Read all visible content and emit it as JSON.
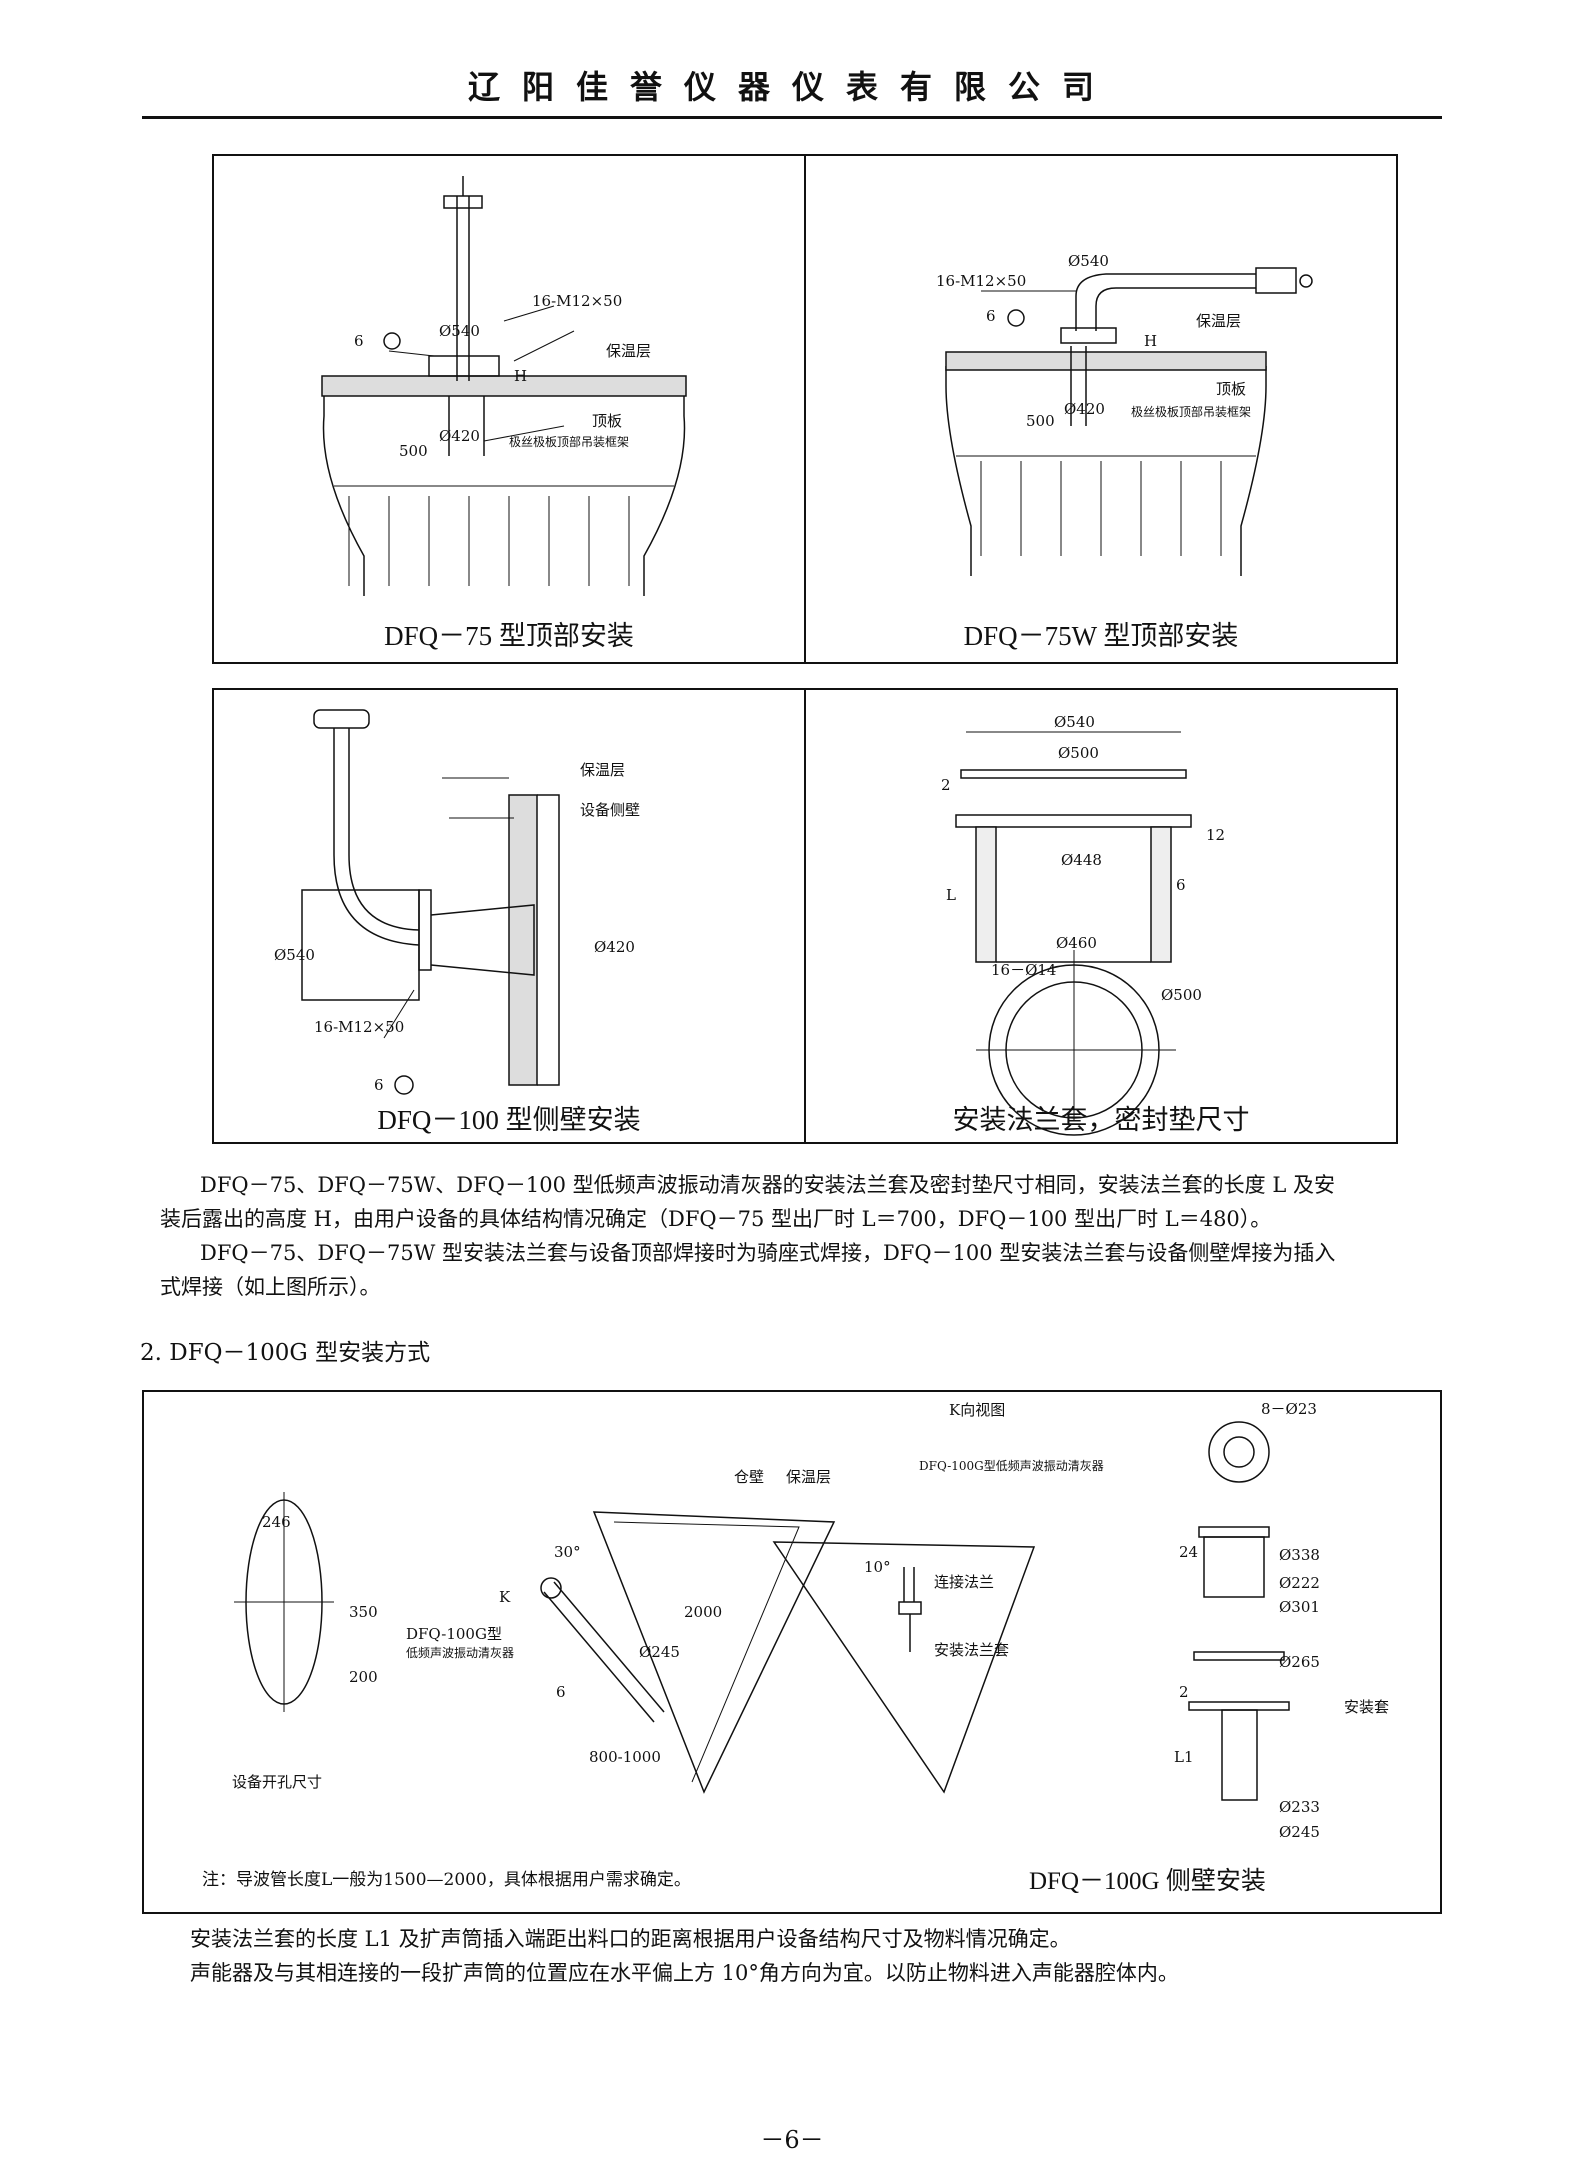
{
  "header": {
    "company": "辽阳佳誉仪器仪表有限公司"
  },
  "panels": {
    "p1": {
      "caption": "DFQ－75 型顶部安装",
      "labels": {
        "bolt": "16-M12×50",
        "dia540": "Ø540",
        "weld": "6",
        "insulation": "保温层",
        "h": "H",
        "roof": "顶板",
        "dia420": "Ø420",
        "frame": "极丝极板顶部吊装框架",
        "d500": "500"
      }
    },
    "p2": {
      "caption": "DFQ－75W 型顶部安装",
      "labels": {
        "dia540": "Ø540",
        "bolt": "16-M12×50",
        "weld": "6",
        "insulation": "保温层",
        "h": "H",
        "roof": "顶板",
        "dia420": "Ø420",
        "frame": "极丝极板顶部吊装框架",
        "d500": "500"
      }
    },
    "p3": {
      "caption": "DFQ－100 型侧壁安装",
      "labels": {
        "insulation": "保温层",
        "wall": "设备侧壁",
        "dia540": "Ø540",
        "dia420": "Ø420",
        "bolt": "16-M12×50",
        "weld": "6"
      }
    },
    "p4": {
      "caption": "安装法兰套，密封垫尺寸",
      "labels": {
        "dia540": "Ø540",
        "dia500": "Ø500",
        "t2": "2",
        "t12": "12",
        "l": "L",
        "dia448": "Ø448",
        "t6": "6",
        "dia460": "Ø460",
        "holes": "16－Ø14",
        "dia500b": "Ø500"
      }
    }
  },
  "paragraphs": [
    "DFQ－75、DFQ－75W、DFQ－100 型低频声波振动清灰器的安装法兰套及密封垫尺寸相同，安装法兰套的长度 L 及安",
    "装后露出的高度 H，由用户设备的具体结构情况确定（DFQ－75 型出厂时 L＝700，DFQ－100 型出厂时 L＝480）。",
    "DFQ－75、DFQ－75W 型安装法兰套与设备顶部焊接时为骑座式焊接，DFQ－100 型安装法兰套与设备侧壁焊接为插入",
    "式焊接（如上图所示）。"
  ],
  "section2": {
    "title": "2. DFQ－100G 型安装方式",
    "labels": {
      "kview": "K向视图",
      "holes8": "8－Ø23",
      "wall": "仓壁",
      "insulation": "保温层",
      "model": "DFQ-100G型低频声波振动清灰器",
      "a30": "30°",
      "k": "K",
      "dim2000": "2000",
      "dfq100g": "DFQ-100G型",
      "dfq100g_sub": "低频声波振动清灰器",
      "dia245": "Ø245",
      "w6": "6",
      "h246": "246",
      "h350": "350",
      "h200": "200",
      "range": "800-1000",
      "a10": "10°",
      "conn": "连接法兰",
      "sleeve": "安装法兰套",
      "d24": "24",
      "dia338": "Ø338",
      "dia222": "Ø222",
      "dia301": "Ø301",
      "dia265": "Ø265",
      "d2": "2",
      "l1": "L1",
      "mount": "安装套",
      "dia233": "Ø233",
      "dia245b": "Ø245",
      "opening": "设备开孔尺寸"
    },
    "note": "注：导波管长度L一般为1500—2000，具体根据用户需求确定。",
    "caption": "DFQ－100G 侧壁安装"
  },
  "footer_paragraphs": [
    "安装法兰套的长度 L1 及扩声筒插入端距出料口的距离根据用户设备结构尺寸及物料情况确定。",
    "声能器及与其相连接的一段扩声筒的位置应在水平偏上方 10°角方向为宜。以防止物料进入声能器腔体内。"
  ],
  "page_number": "－6－"
}
